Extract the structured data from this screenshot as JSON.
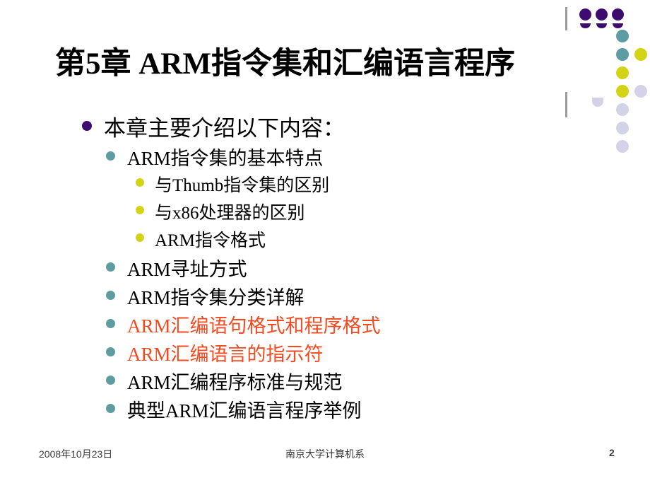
{
  "slide": {
    "title": "第5章 ARM指令集和汇编语言程序",
    "accent_purple": "#3E0B6E",
    "accent_teal": "#5D9CA0",
    "accent_olive": "#D4D417",
    "accent_lavender": "#D3D3E8",
    "highlight_red": "#F24A21"
  },
  "outline": {
    "level1": "本章主要介绍以下内容：",
    "items": [
      {
        "label": "ARM指令集的基本特点",
        "level": 2,
        "highlight": false
      },
      {
        "label": "与Thumb指令集的区别",
        "level": 3,
        "highlight": false
      },
      {
        "label": "与x86处理器的区别",
        "level": 3,
        "highlight": false
      },
      {
        "label": "ARM指令格式",
        "level": 3,
        "highlight": false
      },
      {
        "label": "ARM寻址方式",
        "level": 2,
        "highlight": false
      },
      {
        "label": "ARM指令集分类详解",
        "level": 2,
        "highlight": false
      },
      {
        "label": "ARM汇编语句格式和程序格式",
        "level": 2,
        "highlight": true
      },
      {
        "label": "ARM汇编语言的指示符",
        "level": 2,
        "highlight": true
      },
      {
        "label": "ARM汇编程序标准与规范",
        "level": 2,
        "highlight": false
      },
      {
        "label": "典型ARM汇编语言程序举例",
        "level": 2,
        "highlight": false
      }
    ]
  },
  "footer": {
    "date": "2008年10月23日",
    "organization": "南京大学计算机系",
    "page_number": "2"
  }
}
